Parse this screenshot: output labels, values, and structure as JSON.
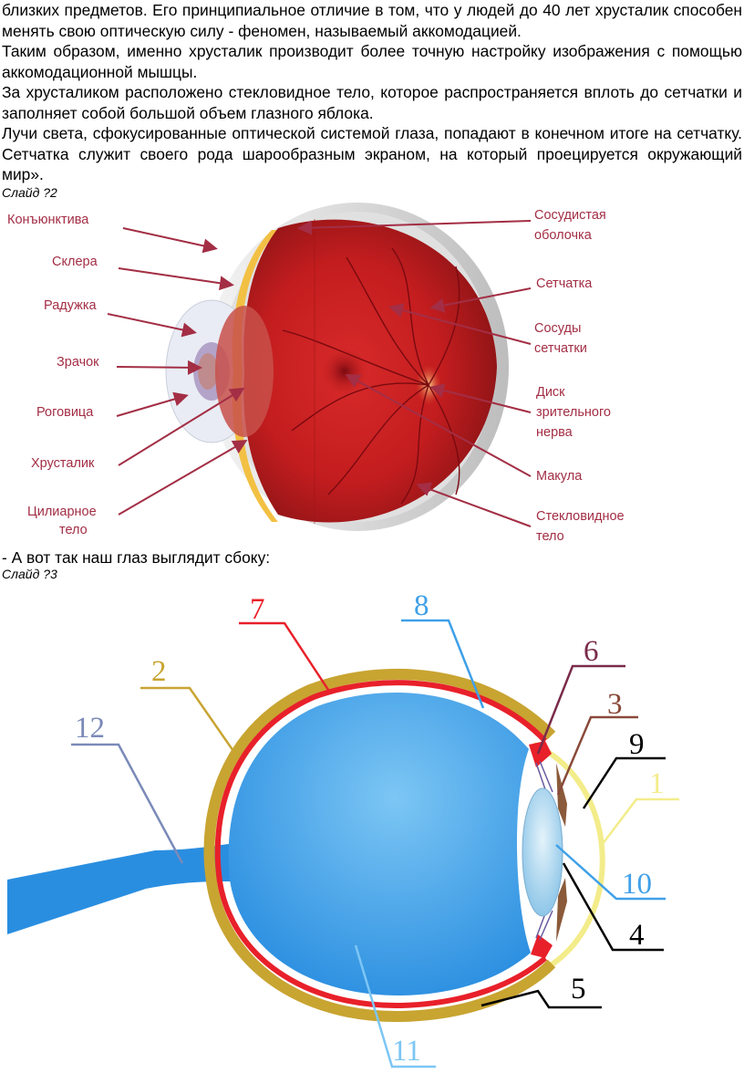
{
  "intro": {
    "paragraphs": [
      "близких предметов. Его принципиальное отличие в том, что у людей до 40 лет хрусталик способен менять свою оптическую силу - феномен, называемый аккомодацией.",
      "Таким образом, именно хрусталик производит более точную настройку изображения с помощью аккомодационной мышцы.",
      "За хрусталиком расположено стекловидное тело, которое распространяется вплоть до сетчатки и заполняет собой большой объем глазного яблока.",
      "Лучи света, сфокусированные оптической системой глаза, попадают в конечном итоге на сетчатку. Сетчатка служит своего рода шарообразным экраном, на который проецируется окружающий мир»."
    ],
    "slide_label": "Слайд ?2"
  },
  "figure1": {
    "labels_left": [
      "Конъюнктива",
      "Склера",
      "Радужка",
      "Зрачок",
      "Роговица",
      "Хрусталик",
      "Цилиарное",
      "тело"
    ],
    "labels_right": [
      "Сосудистая",
      "оболочка",
      "Сетчатка",
      "Сосуды",
      "сетчатки",
      "Диск",
      "зрительного",
      "нерва",
      "Макула",
      "Стекловидное",
      "тело"
    ],
    "label_color": "#a32e45"
  },
  "caption_side": "- А вот так наш глаз выглядит сбоку:",
  "slide3_label": "Слайд ?3",
  "figure2": {
    "numbers": [
      "7",
      "8",
      "6",
      "3",
      "2",
      "9",
      "12",
      "1",
      "10",
      "4",
      "5",
      "11"
    ],
    "colors": {
      "sclera": "#c8a431",
      "choroid": "#e8202a",
      "vitreous": "#3fa0e8",
      "cornea": "#f3ec8a",
      "lens": "#b9ddf2"
    }
  }
}
